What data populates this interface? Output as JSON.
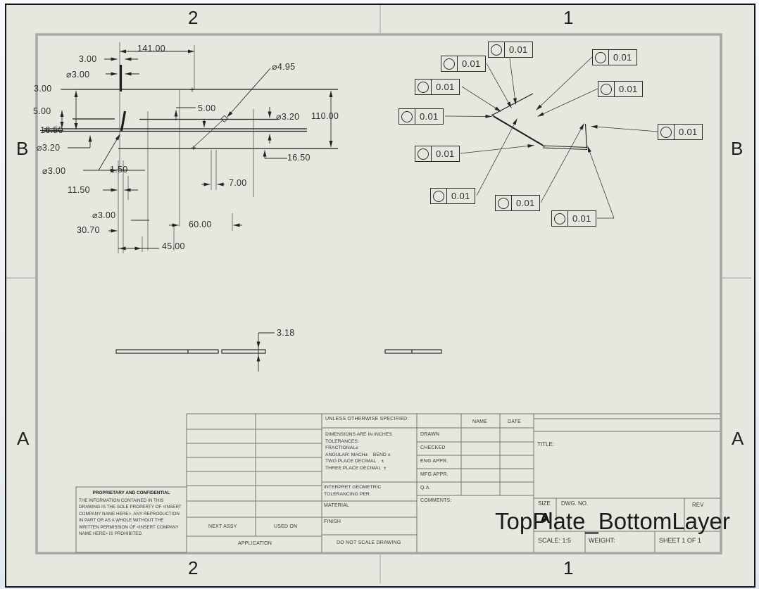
{
  "zones": {
    "top": [
      "2",
      "1"
    ],
    "bottom": [
      "2",
      "1"
    ],
    "left": [
      "B",
      "A"
    ],
    "right": [
      "B",
      "A"
    ]
  },
  "front_view": {
    "dims": [
      {
        "id": "dim-141",
        "label": "141.00"
      },
      {
        "id": "dim-3-top",
        "label": "3.00"
      },
      {
        "id": "dim-d3-top",
        "label": "⌀3.00"
      },
      {
        "id": "dim-3-left",
        "label": "3.00"
      },
      {
        "id": "dim-5-left",
        "label": "5.00"
      },
      {
        "id": "dim-16-50-left",
        "label": "16.50"
      },
      {
        "id": "dim-d3-20-left",
        "label": "⌀3.20"
      },
      {
        "id": "dim-d3-mid",
        "label": "⌀3.00"
      },
      {
        "id": "dim-1-50",
        "label": "1.50"
      },
      {
        "id": "dim-11-50",
        "label": "11.50"
      },
      {
        "id": "dim-d3-bottom",
        "label": "⌀3.00"
      },
      {
        "id": "dim-30-70",
        "label": "30.70"
      },
      {
        "id": "dim-45",
        "label": "45.00"
      },
      {
        "id": "dim-60",
        "label": "60.00"
      },
      {
        "id": "dim-7",
        "label": "7.00"
      },
      {
        "id": "dim-5-mid",
        "label": "5.00"
      },
      {
        "id": "dim-d4-95",
        "label": "⌀4.95"
      },
      {
        "id": "dim-d3-20-right",
        "label": "⌀3.20"
      },
      {
        "id": "dim-110",
        "label": "110.00"
      },
      {
        "id": "dim-16-50-right",
        "label": "16.50"
      }
    ]
  },
  "side_view": {
    "thickness": "3.18"
  },
  "gdt_frames": [
    {
      "symbol": "circularity",
      "value": "0.01"
    },
    {
      "symbol": "circularity",
      "value": "0.01"
    },
    {
      "symbol": "circularity",
      "value": "0.01"
    },
    {
      "symbol": "circularity",
      "value": "0.01"
    },
    {
      "symbol": "circularity",
      "value": "0.01"
    },
    {
      "symbol": "circularity",
      "value": "0.01"
    },
    {
      "symbol": "circularity",
      "value": "0.01"
    },
    {
      "symbol": "circularity",
      "value": "0.01"
    },
    {
      "symbol": "circularity",
      "value": "0.01"
    },
    {
      "symbol": "circularity",
      "value": "0.01"
    },
    {
      "symbol": "circularity",
      "value": "0.01"
    }
  ],
  "title_block": {
    "unless": "UNLESS OTHERWISE SPECIFIED:",
    "spec_lines": "DIMENSIONS ARE IN INCHES\nTOLERANCES:\nFRACTIONAL±\nANGULAR: MACH±    BEND ±\nTWO PLACE DECIMAL    ±\nTHREE PLACE DECIMAL  ±",
    "interpret": "INTERPRET GEOMETRIC\nTOLERANCING PER:",
    "material": "MATERIAL",
    "finish": "FINISH",
    "do_not_scale": "DO NOT SCALE DRAWING",
    "next_assy": "NEXT ASSY",
    "used_on": "USED ON",
    "application": "APPLICATION",
    "name_header": "NAME",
    "date_header": "DATE",
    "rows": [
      "DRAWN",
      "CHECKED",
      "ENG APPR.",
      "MFG APPR.",
      "Q.A.",
      "COMMENTS:"
    ],
    "title_label": "TITLE:",
    "size_label": "SIZE",
    "size_value": "A",
    "dwg_no_label": "DWG. NO.",
    "rev_label": "REV",
    "drawing_number": "TopPlate_BottomLayer",
    "scale_label": "SCALE: 1:5",
    "weight_label": "WEIGHT:",
    "sheet_label": "SHEET 1 OF 1"
  },
  "proprietary": {
    "heading": "PROPRIETARY AND CONFIDENTIAL",
    "body": "THE INFORMATION CONTAINED IN THIS DRAWING IS THE SOLE PROPERTY OF <INSERT COMPANY NAME HERE>.  ANY REPRODUCTION IN PART OR AS A WHOLE WITHOUT THE WRITTEN PERMISSION OF <INSERT COMPANY NAME HERE> IS PROHIBITED.",
    "colors": {
      "paper": "#e6e7de",
      "line": "#222222",
      "frame_gray": "#a8a8a8",
      "border": "#15151e"
    }
  }
}
